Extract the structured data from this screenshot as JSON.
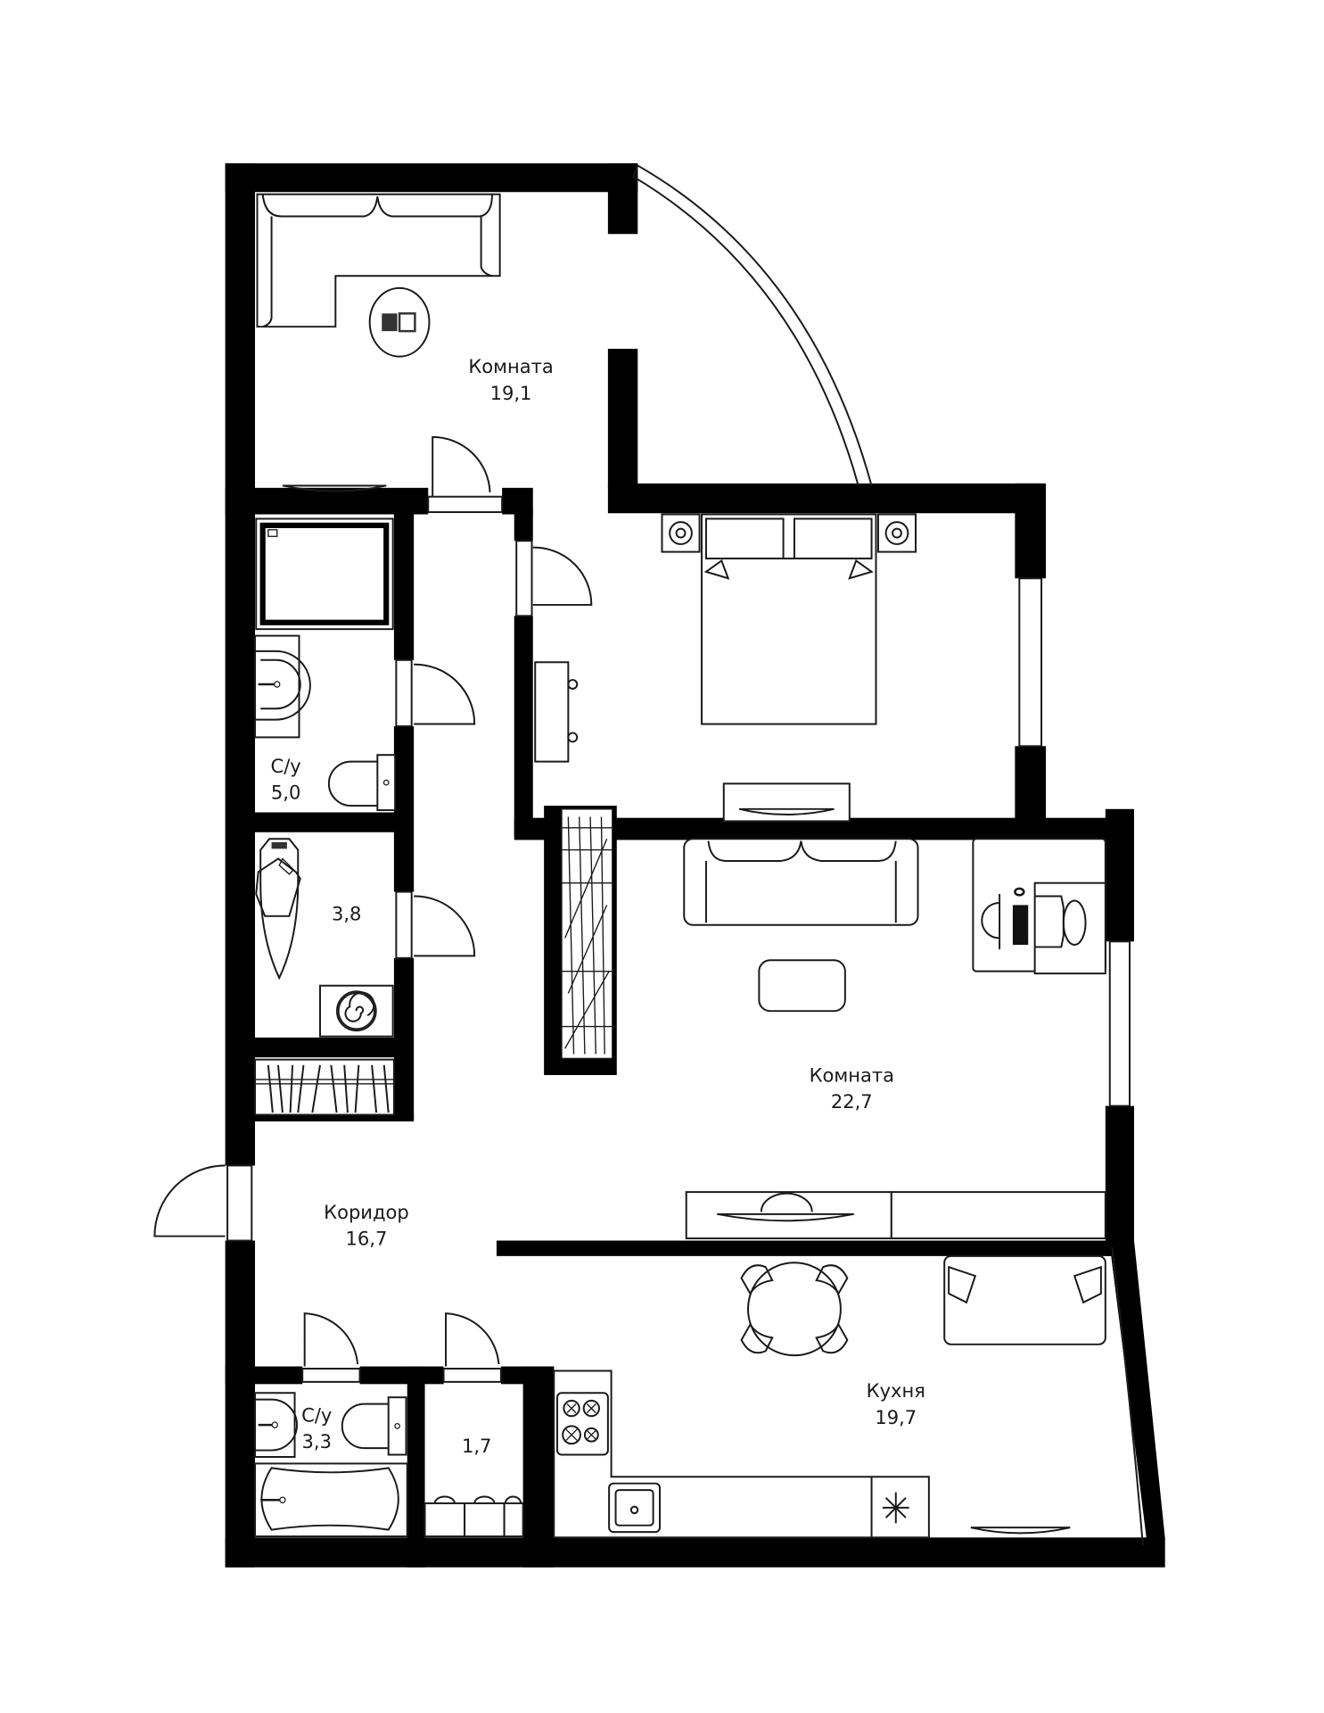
{
  "plan": {
    "type": "apartment floor plan",
    "wall_color": "#000000",
    "background": "#ffffff",
    "rooms": [
      {
        "id": "room-1",
        "name": "Комната",
        "area": "19,1"
      },
      {
        "id": "bathroom-1",
        "name": "С/у",
        "area": "5,0"
      },
      {
        "id": "laundry",
        "name": "",
        "area": "3,8"
      },
      {
        "id": "room-2",
        "name": "Комната",
        "area": "22,7"
      },
      {
        "id": "corridor",
        "name": "Коридор",
        "area": "16,7"
      },
      {
        "id": "bathroom-2",
        "name": "С/у",
        "area": "3,3"
      },
      {
        "id": "storage",
        "name": "",
        "area": "1,7"
      },
      {
        "id": "kitchen",
        "name": "Кухня",
        "area": "19,7"
      }
    ]
  }
}
